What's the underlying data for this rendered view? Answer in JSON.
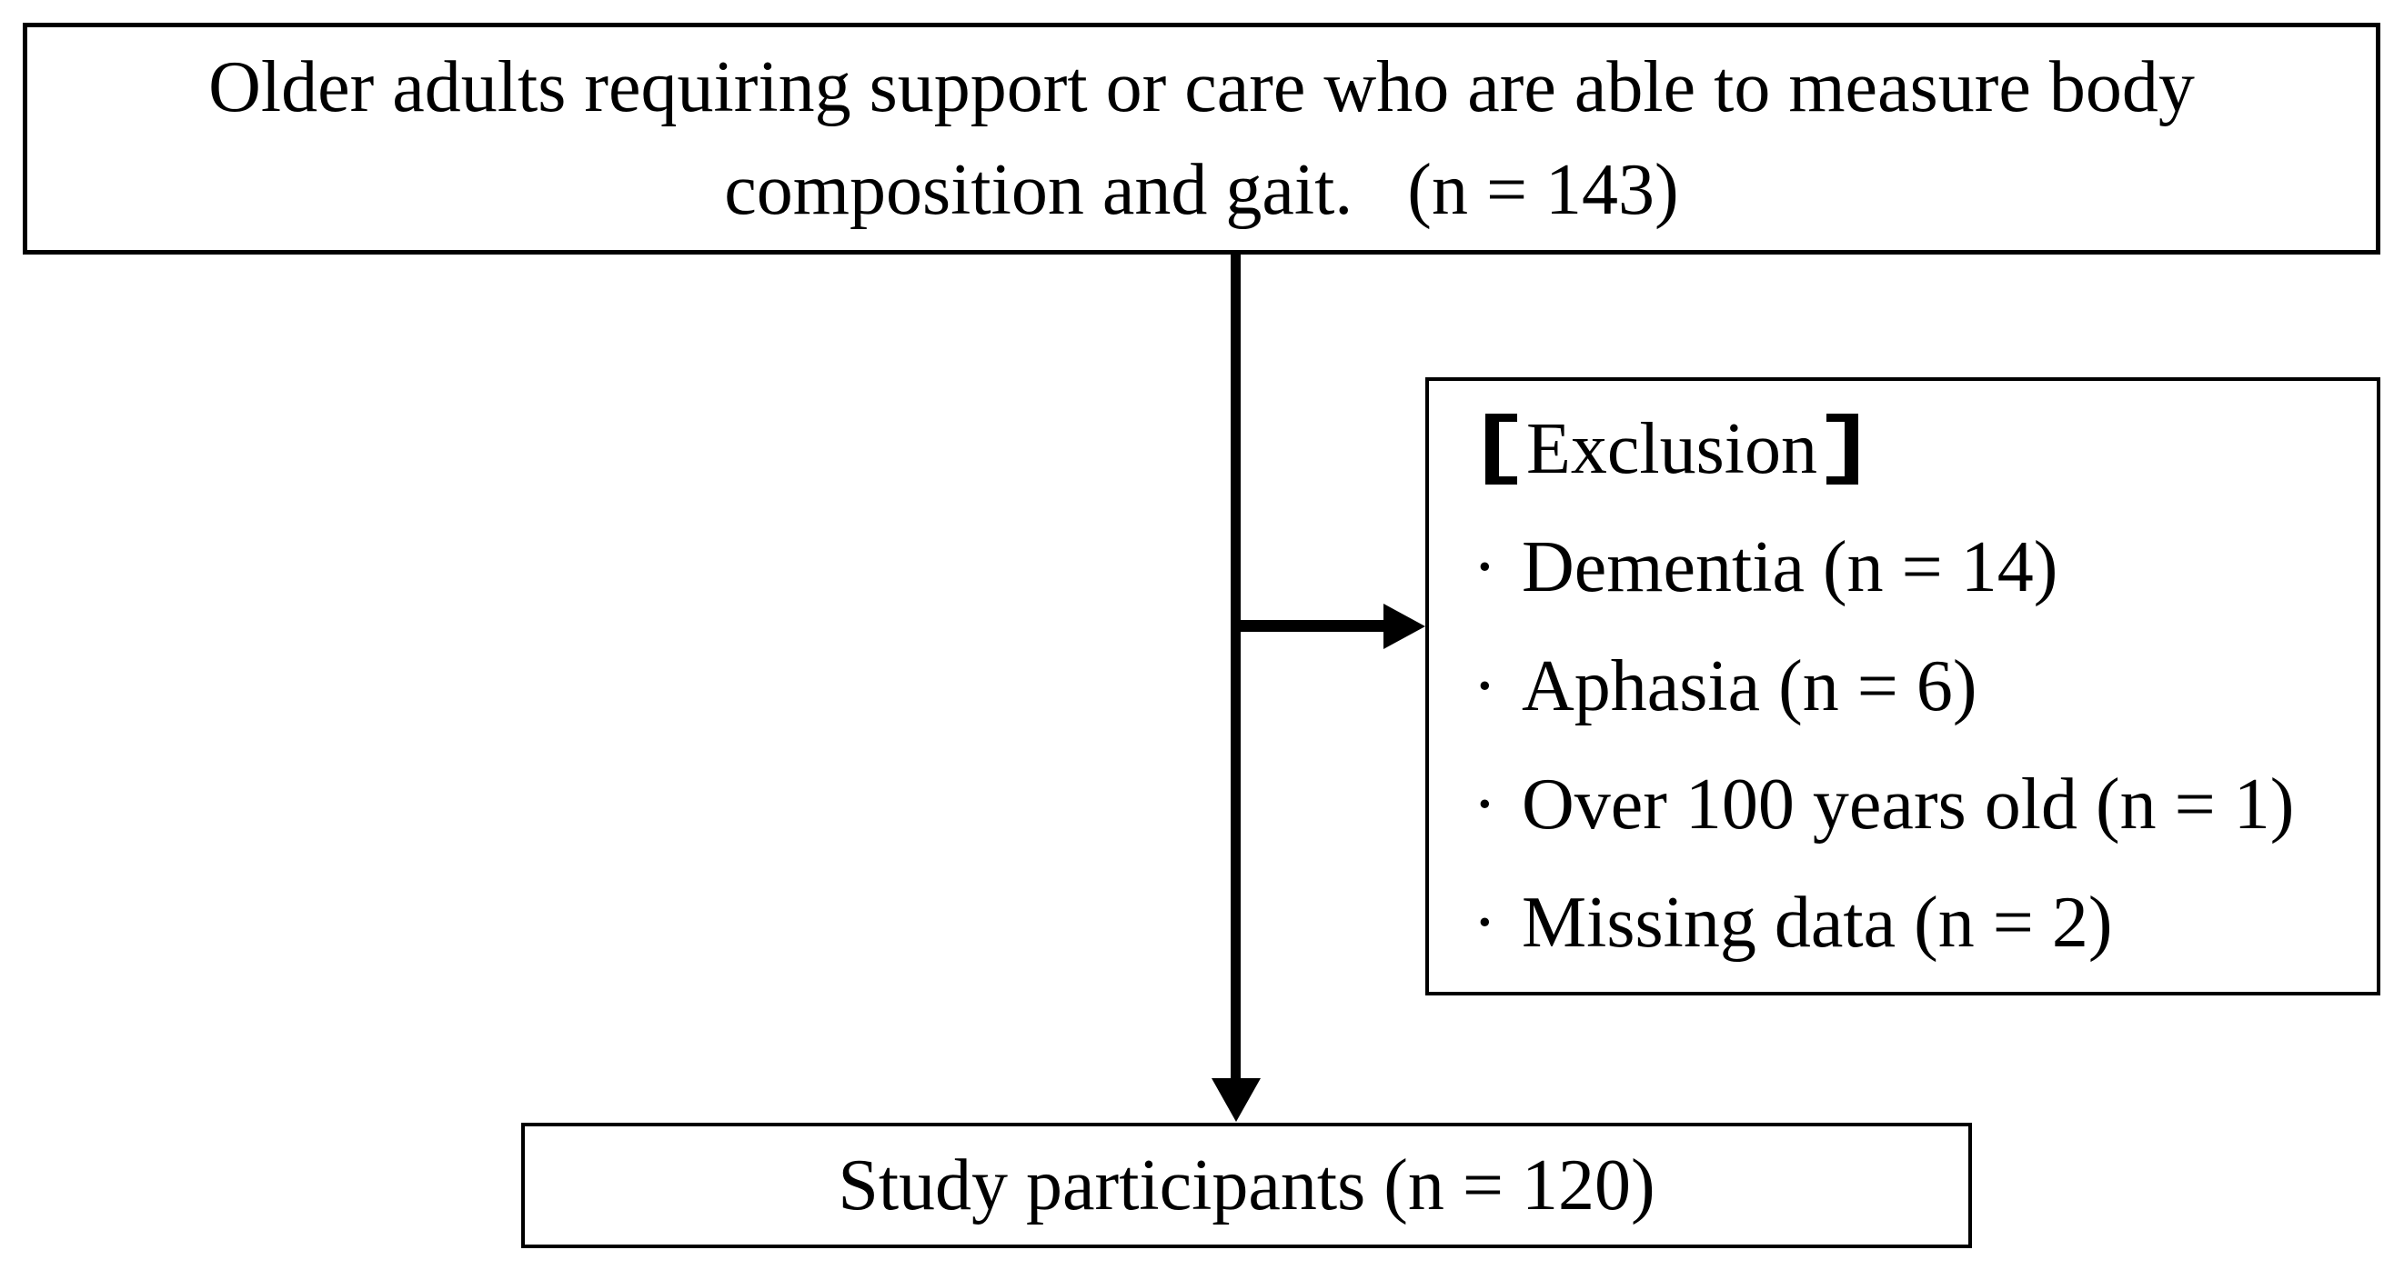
{
  "figure": {
    "background": "#ffffff",
    "line_color": "#000000",
    "top_box": {
      "line1": "Older adults requiring support or care who are able to measure body",
      "line2": "composition and gait.   (n = 143)"
    },
    "exclusion_box": {
      "title": "【Exclusion】",
      "title_text": "Exclusion",
      "bullet": "·",
      "items": [
        "Dementia (n = 14)",
        "Aphasia (n = 6)",
        "Over 100 years old (n = 1)",
        "Missing data (n = 2)"
      ]
    },
    "bottom_box": {
      "label": "Study participants (n = 120)"
    }
  }
}
